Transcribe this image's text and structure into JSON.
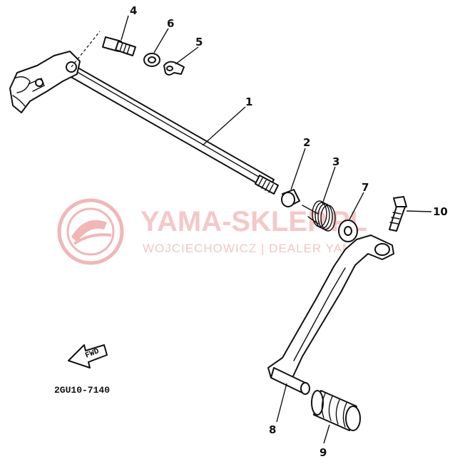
{
  "callouts": [
    {
      "id": "1",
      "label": "1"
    },
    {
      "id": "2",
      "label": "2"
    },
    {
      "id": "3",
      "label": "3"
    },
    {
      "id": "4",
      "label": "4"
    },
    {
      "id": "5",
      "label": "5"
    },
    {
      "id": "6",
      "label": "6"
    },
    {
      "id": "7",
      "label": "7"
    },
    {
      "id": "8",
      "label": "8"
    },
    {
      "id": "9",
      "label": "9"
    },
    {
      "id": "10",
      "label": "10"
    }
  ],
  "direction_marker": "FWD",
  "diagram_code": "2GU10-7140",
  "watermark": {
    "title": "YAMA-SKLEP.PL",
    "subtitle": "WOJCIECHOWICZ | DEALER YAMAHA",
    "color": "#e88a8a"
  }
}
